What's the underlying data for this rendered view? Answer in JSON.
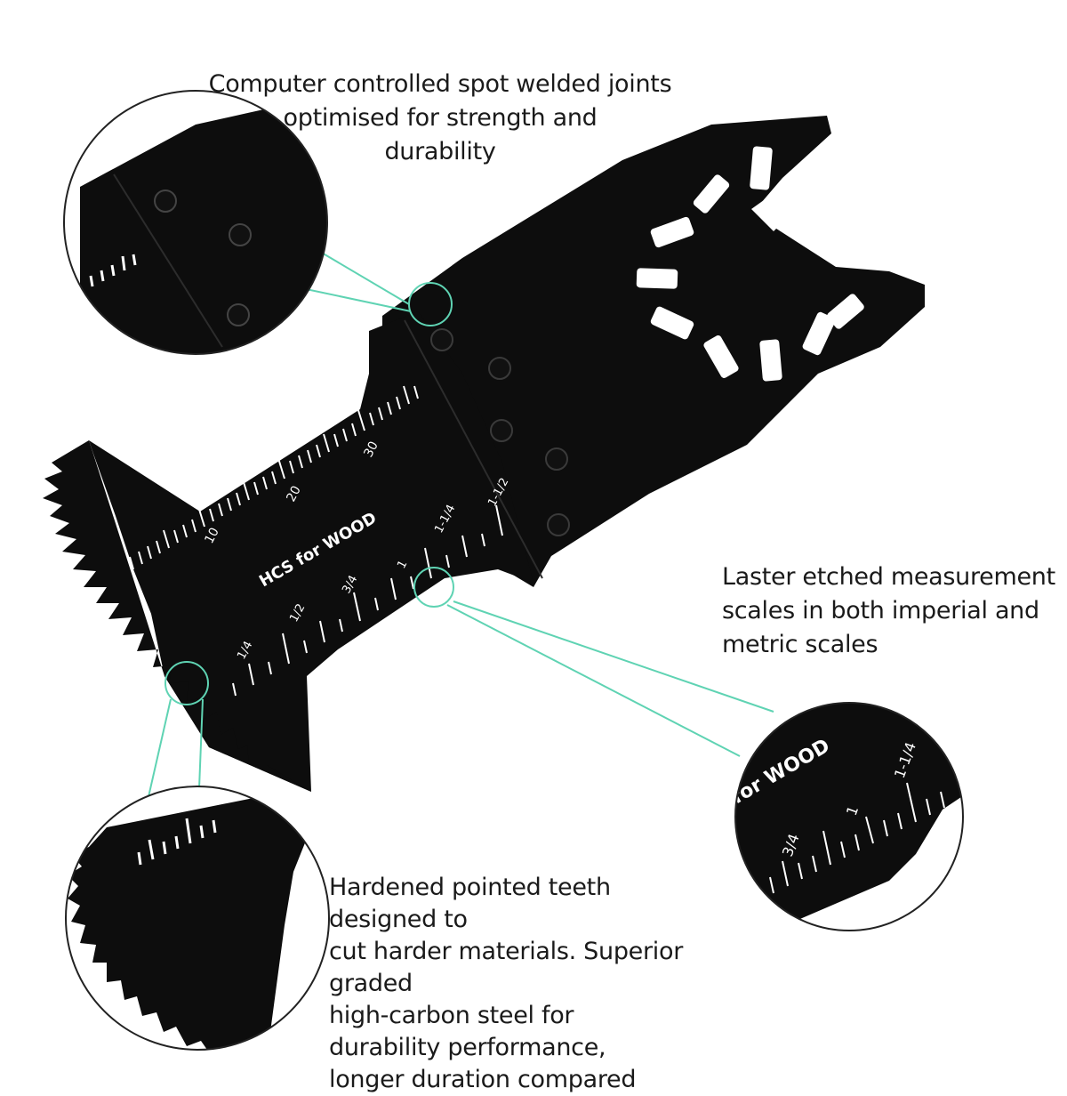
{
  "callouts": {
    "spot_weld": "Computer controlled spot welded joints\noptimised for strength and\ndurability",
    "measurement": "Laster etched measurement\nscales in both imperial and\nmetric scales",
    "teeth": "Hardened pointed teeth designed to\ncut harder materials. Superior graded\nhigh-carbon steel for\ndurability performance,\nlonger duration compared"
  },
  "blade": {
    "brand_text": "HCS for WOOD",
    "metric_labels": [
      "10",
      "20",
      "30"
    ],
    "imperial_labels": [
      "1/4",
      "1/2",
      "3/4",
      "1",
      "1-1/4",
      "1-1/2"
    ]
  },
  "zoom_measurement": {
    "brand_text": "for WOOD",
    "labels": [
      "3/4",
      "1",
      "1-1/4"
    ]
  },
  "colors": {
    "accent": "#5fd3b3",
    "blade": "#0d0d0d",
    "etching": "#ffffff"
  }
}
